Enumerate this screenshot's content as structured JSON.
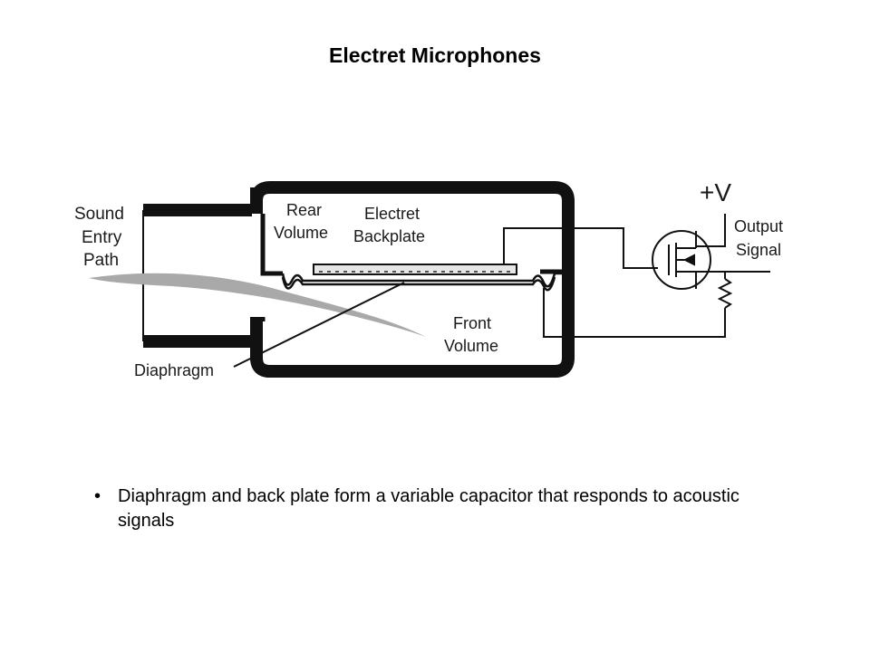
{
  "slide": {
    "title": "Electret Microphones"
  },
  "diagram": {
    "labels": {
      "sound_entry_line1": "Sound",
      "sound_entry_line2": "Entry",
      "sound_entry_line3": "Path",
      "rear_volume_line1": "Rear",
      "rear_volume_line2": "Volume",
      "electret_line1": "Electret",
      "electret_line2": "Backplate",
      "front_volume_line1": "Front",
      "front_volume_line2": "Volume",
      "diaphragm": "Diaphragm",
      "supply": "+V",
      "output_line1": "Output",
      "output_line2": "Signal"
    }
  },
  "bullets": [
    {
      "marker": "•",
      "text": "Diaphragm and back plate form a variable capacitor that responds to acoustic signals"
    }
  ]
}
